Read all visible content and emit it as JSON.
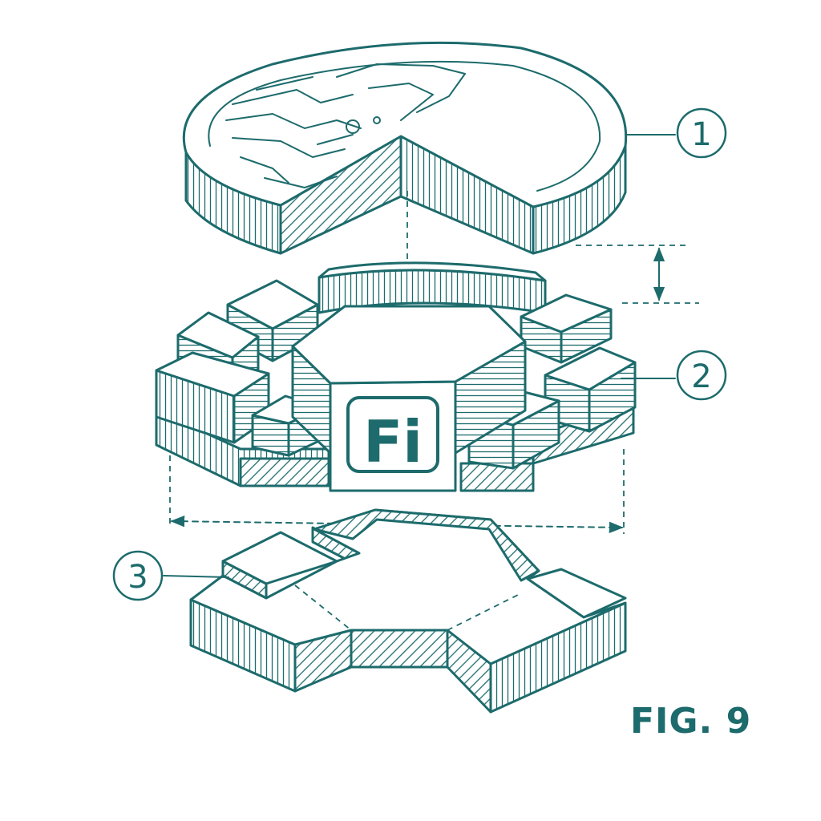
{
  "figure": {
    "label": "FIG. 9",
    "callouts": [
      {
        "number": "1",
        "part": "top-cover-disc"
      },
      {
        "number": "2",
        "part": "middle-module-layer"
      },
      {
        "number": "3",
        "part": "base-plate"
      }
    ],
    "logo_text": "Fi",
    "colors": {
      "ink": "#1d6b6c",
      "background": "#ffffff"
    }
  }
}
